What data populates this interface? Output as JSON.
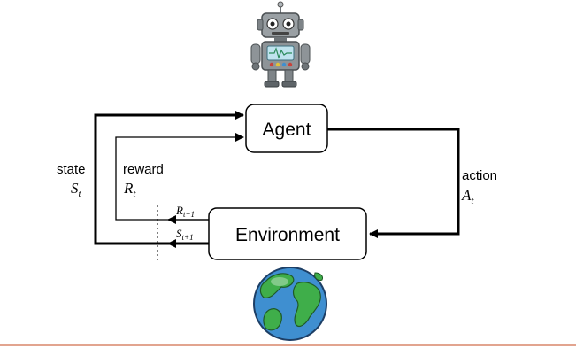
{
  "diagram": {
    "agent_label": "Agent",
    "environment_label": "Environment",
    "state_label": "state",
    "state_symbol": "S",
    "state_subscript": "t",
    "reward_label": "reward",
    "reward_symbol": "R",
    "reward_subscript": "t",
    "action_label": "action",
    "action_symbol": "A",
    "action_subscript": "t",
    "next_reward_symbol": "R",
    "next_reward_subscript": "t+1",
    "next_state_symbol": "S",
    "next_state_subscript": "t+1"
  },
  "icons": {
    "agent": "robot-icon",
    "environment": "globe-icon"
  },
  "colors": {
    "line": "#000000",
    "footer_rule": "#d9856a",
    "robot_body": "#8e9498",
    "robot_screen": "#bfe3ee",
    "robot_accent": "#c8423a",
    "ocean": "#3f8fd0",
    "land": "#3fae4a"
  }
}
